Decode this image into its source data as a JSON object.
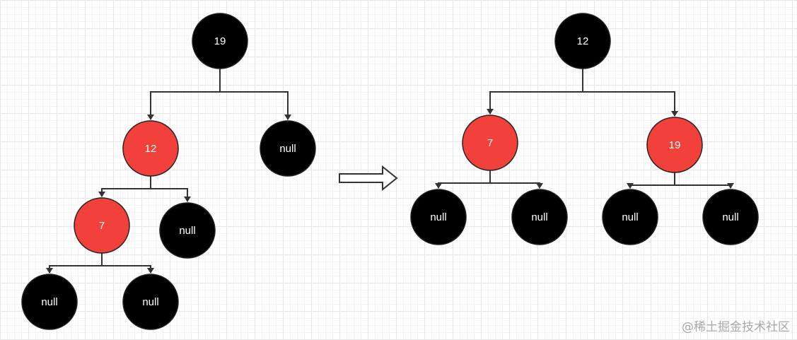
{
  "colors": {
    "black_node": "#000000",
    "red_node": "#f2403a",
    "edge": "#333333",
    "node_text": "#ffffff"
  },
  "before_tree": {
    "nodes": [
      {
        "id": "b19",
        "label": "19",
        "color": "black"
      },
      {
        "id": "b12",
        "label": "12",
        "color": "red"
      },
      {
        "id": "bnull1",
        "label": "null",
        "color": "black"
      },
      {
        "id": "b7",
        "label": "7",
        "color": "red"
      },
      {
        "id": "bnull2",
        "label": "null",
        "color": "black"
      },
      {
        "id": "bnull3",
        "label": "null",
        "color": "black"
      },
      {
        "id": "bnull4",
        "label": "null",
        "color": "black"
      }
    ],
    "edges": [
      [
        "b19",
        "b12"
      ],
      [
        "b19",
        "bnull1"
      ],
      [
        "b12",
        "b7"
      ],
      [
        "b12",
        "bnull2"
      ],
      [
        "b7",
        "bnull3"
      ],
      [
        "b7",
        "bnull4"
      ]
    ]
  },
  "after_tree": {
    "nodes": [
      {
        "id": "a12",
        "label": "12",
        "color": "black"
      },
      {
        "id": "a7",
        "label": "7",
        "color": "red"
      },
      {
        "id": "a19",
        "label": "19",
        "color": "red"
      },
      {
        "id": "anull1",
        "label": "null",
        "color": "black"
      },
      {
        "id": "anull2",
        "label": "null",
        "color": "black"
      },
      {
        "id": "anull3",
        "label": "null",
        "color": "black"
      },
      {
        "id": "anull4",
        "label": "null",
        "color": "black"
      }
    ],
    "edges": [
      [
        "a12",
        "a7"
      ],
      [
        "a12",
        "a19"
      ],
      [
        "a7",
        "anull1"
      ],
      [
        "a7",
        "anull2"
      ],
      [
        "a19",
        "anull3"
      ],
      [
        "a19",
        "anull4"
      ]
    ]
  },
  "transition_arrow": {
    "icon": "right-arrow-icon"
  },
  "watermark": {
    "text": "@稀土掘金技术社区"
  }
}
